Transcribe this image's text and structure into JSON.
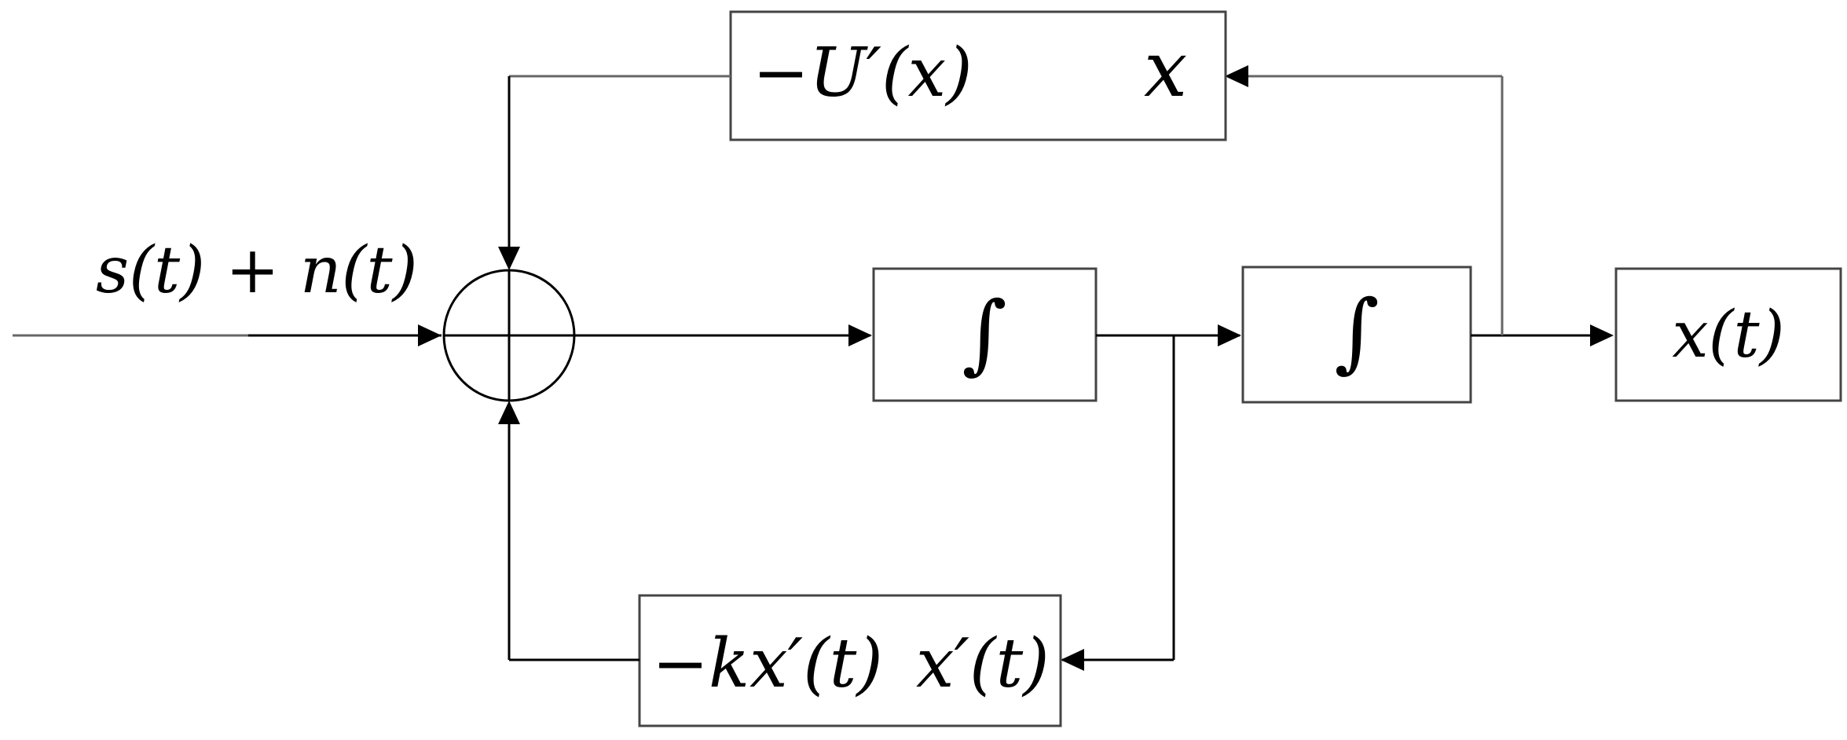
{
  "input": {
    "label": "s(t) + n(t)"
  },
  "blocks": {
    "potential_feedback": {
      "output_label": "−U′(x)",
      "input_label": "x"
    },
    "integrator_1": {
      "symbol": "∫"
    },
    "integrator_2": {
      "symbol": "∫"
    },
    "output": {
      "label": "x(t)"
    },
    "damping_feedback": {
      "output_label": "−kx′(t)",
      "input_label": "x′(t)"
    }
  },
  "colors": {
    "line_dark": "#000000",
    "line_gray": "#666666",
    "box_border": "#444444",
    "background": "#ffffff"
  }
}
